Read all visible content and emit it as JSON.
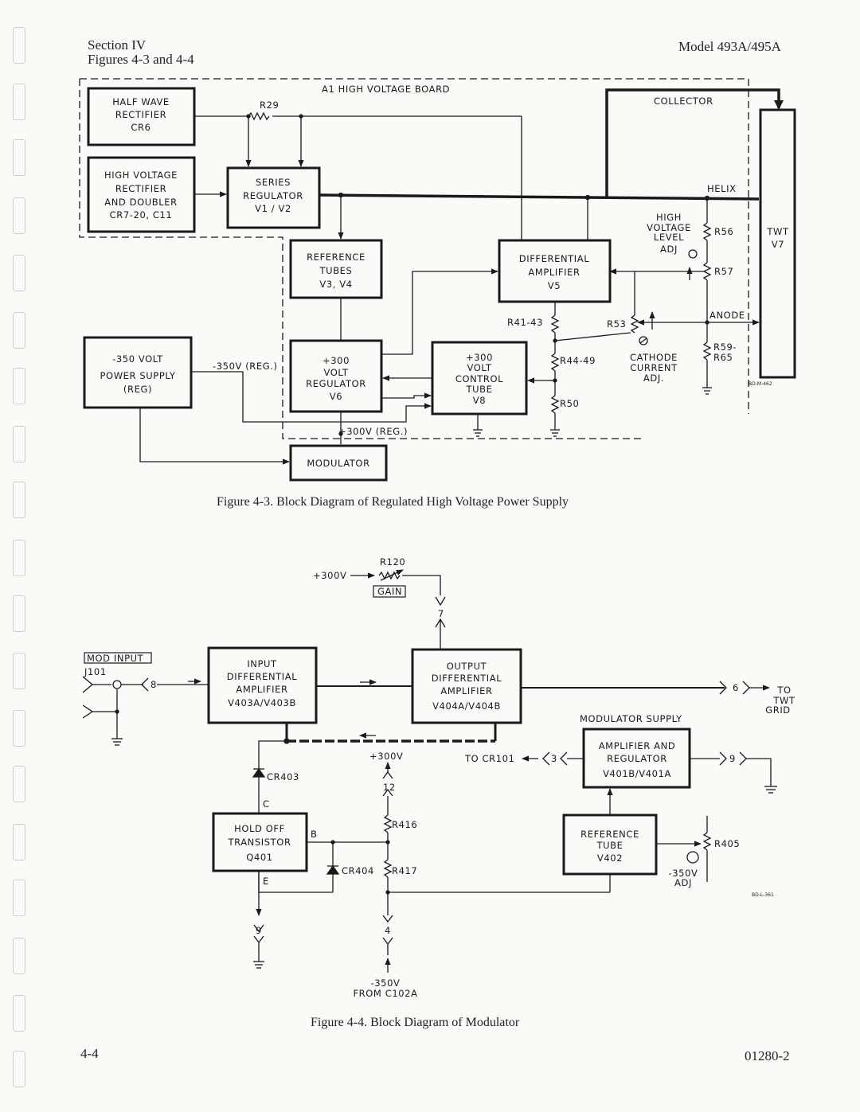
{
  "header": {
    "section": "Section IV",
    "figures_ref": "Figures 4-3 and 4-4",
    "model": "Model 493A/495A"
  },
  "footer": {
    "page_number": "4-4",
    "doc_number": "01280-2"
  },
  "figure_4_3": {
    "caption": "Figure 4-3.  Block Diagram of Regulated High Voltage Power Supply",
    "board_label": "A1 HIGH VOLTAGE BOARD",
    "blocks": {
      "half_wave": [
        "HALF WAVE",
        "RECTIFIER",
        "CR6"
      ],
      "hv_rectifier": [
        "HIGH VOLTAGE",
        "RECTIFIER",
        "AND DOUBLER",
        "CR7-20,  C11"
      ],
      "series_regulator": [
        "SERIES",
        "REGULATOR",
        "V1 / V2"
      ],
      "reference_tubes": [
        "REFERENCE",
        "TUBES",
        "V3, V4"
      ],
      "diff_amp": [
        "DIFFERENTIAL",
        "AMPLIFIER",
        "V5"
      ],
      "supply_350": [
        "-350  VOLT",
        "POWER  SUPPLY",
        "(REG)"
      ],
      "regulator_300": [
        "+300",
        "VOLT",
        "REGULATOR",
        "V6"
      ],
      "control_tube": [
        "+300",
        "VOLT",
        "CONTROL",
        "TUBE",
        "V8"
      ],
      "modulator": [
        "MODULATOR"
      ],
      "twt": [
        "TWT",
        "V7"
      ]
    },
    "labels": {
      "r29": "R29",
      "collector": "COLLECTOR",
      "helix": "HELIX",
      "hv_level_adj": [
        "HIGH",
        "VOLTAGE",
        "LEVEL",
        "ADJ"
      ],
      "r56": "R56",
      "r57": "R57",
      "anode": "ANODE",
      "r53": "R53",
      "r41": "R41-43",
      "r44": "R44-49",
      "r50": "R50",
      "r59": [
        "R59-",
        "R65"
      ],
      "cathode_adj": [
        "CATHODE",
        "CURRENT",
        "ADJ."
      ],
      "neg350_reg": "-350V (REG.)",
      "pos300_reg": "+300V (REG.)",
      "drawing_no": "BD-M-462"
    }
  },
  "figure_4_4": {
    "caption": "Figure 4-4.  Block Diagram of Modulator",
    "blocks": {
      "input_amp": [
        "INPUT",
        "DIFFERENTIAL",
        "AMPLIFIER",
        "V403A/V403B"
      ],
      "output_amp": [
        "OUTPUT",
        "DIFFERENTIAL",
        "AMPLIFIER",
        "V404A/V404B"
      ],
      "mod_supply": [
        "AMPLIFIER  AND",
        "REGULATOR",
        "V401B/V401A"
      ],
      "hold_off": [
        "HOLD  OFF",
        "TRANSISTOR",
        "Q401"
      ],
      "ref_tube": [
        "REFERENCE",
        "TUBE",
        "V402"
      ]
    },
    "labels": {
      "pos300v": "+300V",
      "r120": "R120",
      "gain": "GAIN",
      "mod_input": "MOD  INPUT",
      "j101": "J101",
      "pin8": "8",
      "pin7": "7",
      "pin6": "6",
      "pin3": "3",
      "pin9_right": "9",
      "pin12": "12",
      "pin9_bottom": "9",
      "pin4": "4",
      "to_twt_grid": [
        "TO",
        "TWT",
        "GRID"
      ],
      "mod_supply_title": "MODULATOR  SUPPLY",
      "plus300v": "+300V",
      "to_cr101": "TO  CR101",
      "cr403": "CR403",
      "cr404": "CR404",
      "c": "C",
      "b": "B",
      "e": "E",
      "r416": "R416",
      "r417": "R417",
      "r405": "R405",
      "adj_350": [
        "-350V",
        "ADJ"
      ],
      "from_c102a": [
        "-350V",
        "FROM  C102A"
      ],
      "drawing_no": "BD-L-361"
    }
  }
}
